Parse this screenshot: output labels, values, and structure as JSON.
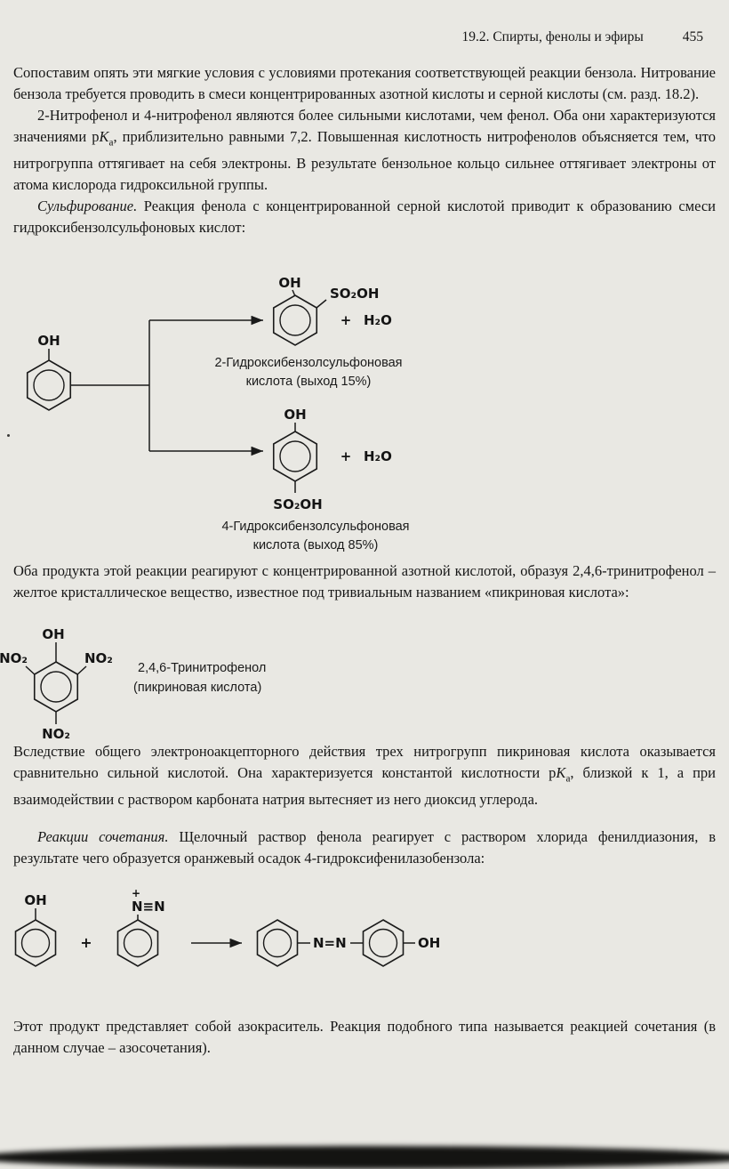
{
  "header": {
    "section": "19.2. Спирты, фенолы и эфиры",
    "page_number": "455"
  },
  "paragraphs": {
    "p1": [
      {
        "t": "Сопоставим опять эти мягкие условия с условиями протекания соответствующей реакции бензола. Нитрование бензола требуется проводить в смеси концентрированных азотной кислоты и серной кислоты (см. разд. 18.2)."
      }
    ],
    "p2": [
      {
        "t": "2-Нитрофенол и 4-нитрофенол являются более сильными кислотами, чем фенол. Оба они характеризуются значениями p"
      },
      {
        "t": "K",
        "s": "i"
      },
      {
        "t": "a",
        "s": "sub"
      },
      {
        "t": ", приблизительно равными 7,2. Повышенная кислотность нитрофенолов объясняется тем, что нитрогруппа оттягивает на себя электроны. В результате бензольное кольцо сильнее оттягивает электроны от атома кислорода гидроксильной группы."
      }
    ],
    "p3": [
      {
        "t": "Сульфирование.",
        "s": "i"
      },
      {
        "t": " Реакция фенола с концентрированной серной кислотой приводит к образованию смеси гидроксибензолсульфоновых кислот:"
      }
    ],
    "p4": [
      {
        "t": "Оба продукта этой реакции реагируют с концентрированной азотной кислотой, образуя 2,4,6-тринитрофенол – желтое кристаллическое вещество, известное под тривиальным названием «пикриновая кислота»:"
      }
    ],
    "p5": [
      {
        "t": "Вследствие общего электроноакцепторного действия трех нитрогрупп пикриновая кислота оказывается сравнительно сильной кислотой. Она характеризуется константой кислотности p"
      },
      {
        "t": "K",
        "s": "i"
      },
      {
        "t": "a",
        "s": "sub"
      },
      {
        "t": ", близкой к 1, а при взаимодействии с раствором карбоната натрия вытесняет из него диоксид углерода."
      }
    ],
    "p6": [
      {
        "t": "Реакции сочетания.",
        "s": "i"
      },
      {
        "t": " Щелочный раствор фенола реагирует с раствором хлорида фенилдиазония, в результате чего образуется оранжевый осадок 4-гидроксифенилазобензола:"
      }
    ],
    "p7": [
      {
        "t": "Этот продукт представляет собой азокраситель. Реакция подобного типа называется реакцией сочетания (в данном случае – азосочетания)."
      }
    ]
  },
  "schemes": {
    "sulfonation": {
      "reactant_oh": "OH",
      "ortho_oh": "OH",
      "ortho_so2oh": "SO₂OH",
      "ortho_plus": "+",
      "ortho_water": "H₂O",
      "ortho_name1": "2-Гидроксибензолсульфоновая",
      "ortho_name2": "кислота (выход 15%)",
      "para_oh": "OH",
      "para_so2oh": "SO₂OH",
      "para_plus": "+",
      "para_water": "H₂O",
      "para_name1": "4-Гидроксибензолсульфоновая",
      "para_name2": "кислота (выход 85%)"
    },
    "picric": {
      "oh": "OH",
      "no2_left": "NO₂",
      "no2_right": "NO₂",
      "no2_bottom": "NO₂",
      "name1": "2,4,6-Тринитрофенол",
      "name2": "(пикриновая кислота)"
    },
    "azo": {
      "phenol_oh": "OH",
      "plus": "+",
      "diazo_plus": "+",
      "diazo_nn": "N≡N",
      "azo_nn": "N=N",
      "product_oh": "OH"
    }
  }
}
